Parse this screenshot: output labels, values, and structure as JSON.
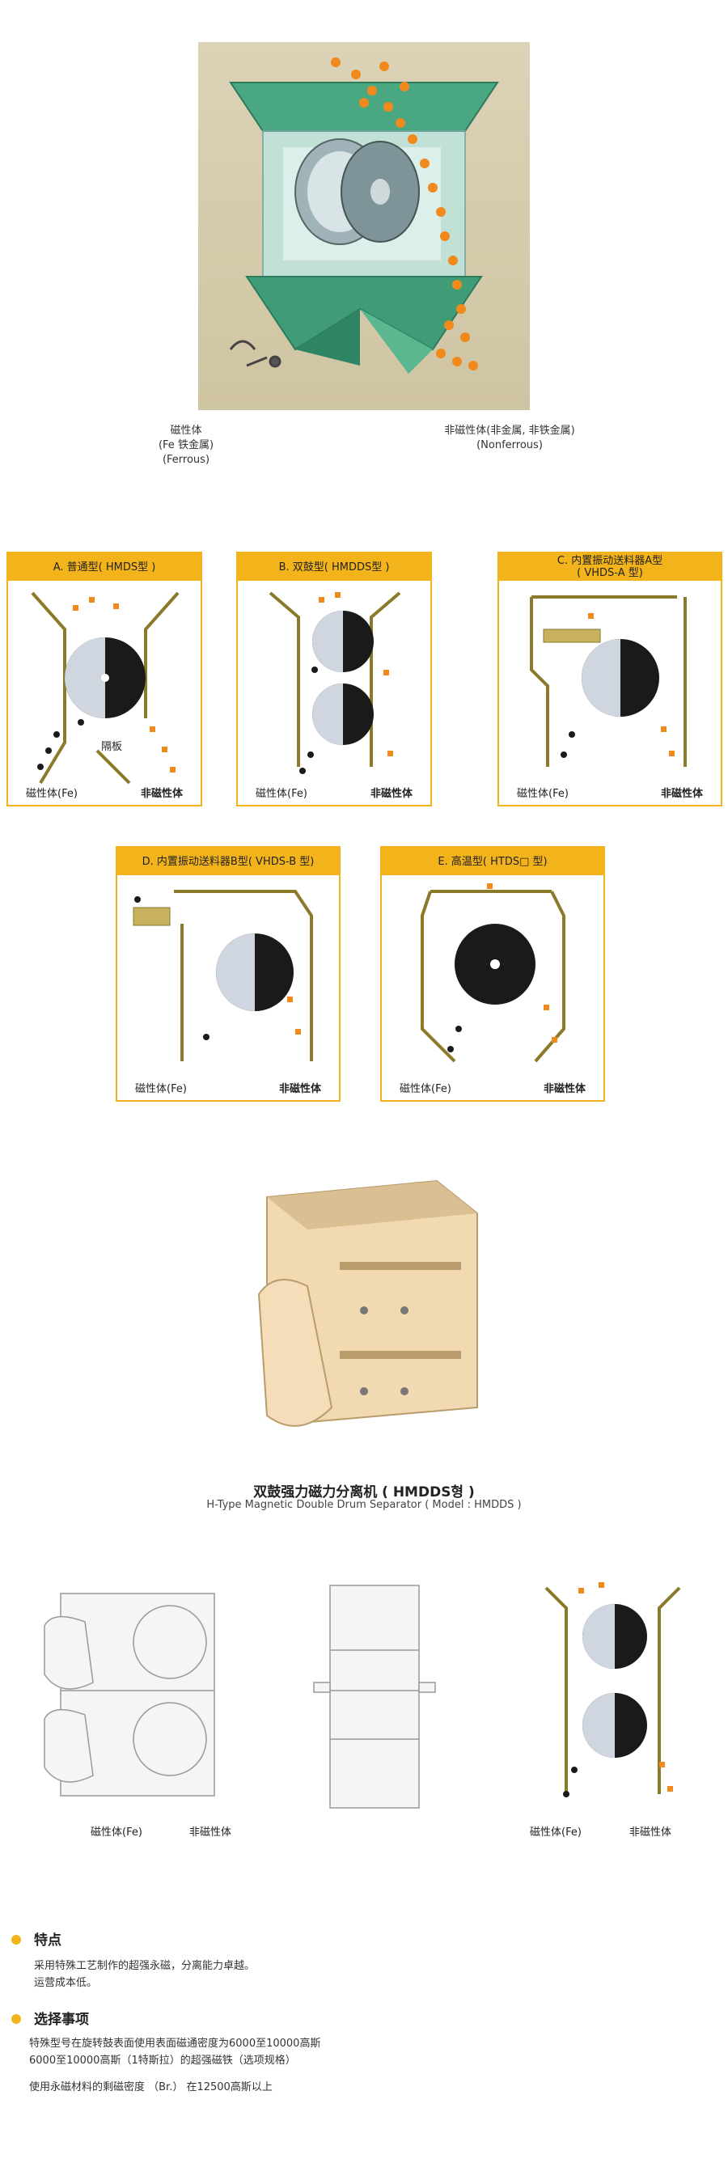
{
  "hero": {
    "label_left": [
      "磁性体",
      "(Fe 铁金属)",
      "(Ferrous)"
    ],
    "label_right": [
      "非磁性体(非金属, 非铁金属)",
      "(Nonferrous)"
    ]
  },
  "types": [
    {
      "title": "A. 普通型( HMDS型 )",
      "subtitle": "",
      "fe": "磁性体(Fe)",
      "nf": "非磁性体",
      "baffle": "隔板"
    },
    {
      "title": "B. 双鼓型( HMDDS型 )",
      "subtitle": "",
      "fe": "磁性体(Fe)",
      "nf": "非磁性体"
    },
    {
      "title": "C. 内置振动送料器A型",
      "subtitle": "( VHDS-A 型)",
      "fe": "磁性体(Fe)",
      "nf": "非磁性体"
    },
    {
      "title": "D. 内置振动送料器B型( VHDS-B 型)",
      "subtitle": "",
      "fe": "磁性体(Fe)",
      "nf": "非磁性体"
    },
    {
      "title": "E. 高温型( HTDS□ 型)",
      "subtitle": "",
      "fe": "磁性体(Fe)",
      "nf": "非磁性体"
    }
  ],
  "product": {
    "title_cn": "双鼓强力磁力分离机 ( HMDDS형 )",
    "title_en": "H-Type Magnetic Double Drum Separator ( Model : HMDDS )"
  },
  "drawings": {
    "left_fe": "磁性体(Fe)",
    "left_nf": "非磁性体",
    "right_fe": "磁性体(Fe)",
    "right_nf": "非磁性体"
  },
  "features": {
    "title": "特点",
    "lines": [
      "采用特殊工艺制作的超强永磁，分离能力卓越。",
      "运营成本低。"
    ]
  },
  "options": {
    "title": "选择事项",
    "lines": [
      "特殊型号在旋转鼓表面使用表面磁通密度为6000至10000高斯",
      "6000至10000高斯（1特斯拉）的超强磁铁（选项规格）",
      "使用永磁材料的剩磁密度 （Br.） 在12500高斯以上"
    ]
  },
  "colors": {
    "accent": "#f3b31b",
    "frame": "#8a7a2a",
    "orange_particle": "#f08a1c",
    "black_particle": "#1a1a1a"
  }
}
